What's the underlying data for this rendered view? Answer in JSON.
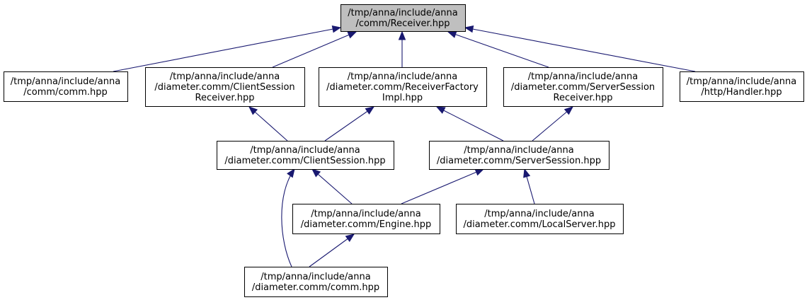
{
  "diagram": {
    "nodes": [
      {
        "id": "receiver",
        "lines": [
          "/tmp/anna/include/anna",
          "/comm/Receiver.hpp"
        ],
        "highlight": true
      },
      {
        "id": "comm_comm",
        "lines": [
          "/tmp/anna/include/anna",
          "/comm/comm.hpp"
        ]
      },
      {
        "id": "client_session_receiver",
        "lines": [
          "/tmp/anna/include/anna",
          "/diameter.comm/ClientSession",
          "Receiver.hpp"
        ]
      },
      {
        "id": "receiver_factory_impl",
        "lines": [
          "/tmp/anna/include/anna",
          "/diameter.comm/ReceiverFactory",
          "Impl.hpp"
        ]
      },
      {
        "id": "server_session_receiver",
        "lines": [
          "/tmp/anna/include/anna",
          "/diameter.comm/ServerSession",
          "Receiver.hpp"
        ]
      },
      {
        "id": "http_handler",
        "lines": [
          "/tmp/anna/include/anna",
          "/http/Handler.hpp"
        ]
      },
      {
        "id": "client_session",
        "lines": [
          "/tmp/anna/include/anna",
          "/diameter.comm/ClientSession.hpp"
        ]
      },
      {
        "id": "server_session",
        "lines": [
          "/tmp/anna/include/anna",
          "/diameter.comm/ServerSession.hpp"
        ]
      },
      {
        "id": "engine",
        "lines": [
          "/tmp/anna/include/anna",
          "/diameter.comm/Engine.hpp"
        ]
      },
      {
        "id": "local_server",
        "lines": [
          "/tmp/anna/include/anna",
          "/diameter.comm/LocalServer.hpp"
        ]
      },
      {
        "id": "diameter_comm",
        "lines": [
          "/tmp/anna/include/anna",
          "/diameter.comm/comm.hpp"
        ]
      }
    ],
    "edges": [
      {
        "from": "comm_comm",
        "to": "receiver"
      },
      {
        "from": "client_session_receiver",
        "to": "receiver"
      },
      {
        "from": "receiver_factory_impl",
        "to": "receiver"
      },
      {
        "from": "server_session_receiver",
        "to": "receiver"
      },
      {
        "from": "http_handler",
        "to": "receiver"
      },
      {
        "from": "client_session",
        "to": "client_session_receiver"
      },
      {
        "from": "client_session",
        "to": "receiver_factory_impl"
      },
      {
        "from": "server_session",
        "to": "receiver_factory_impl"
      },
      {
        "from": "server_session",
        "to": "server_session_receiver"
      },
      {
        "from": "engine",
        "to": "client_session"
      },
      {
        "from": "diameter_comm",
        "to": "client_session"
      },
      {
        "from": "engine",
        "to": "server_session"
      },
      {
        "from": "local_server",
        "to": "server_session"
      },
      {
        "from": "diameter_comm",
        "to": "engine"
      }
    ],
    "colors": {
      "edge": "#191970",
      "highlight_fill": "#bfbfbf",
      "node_fill": "#ffffff",
      "node_border": "#000000"
    }
  }
}
